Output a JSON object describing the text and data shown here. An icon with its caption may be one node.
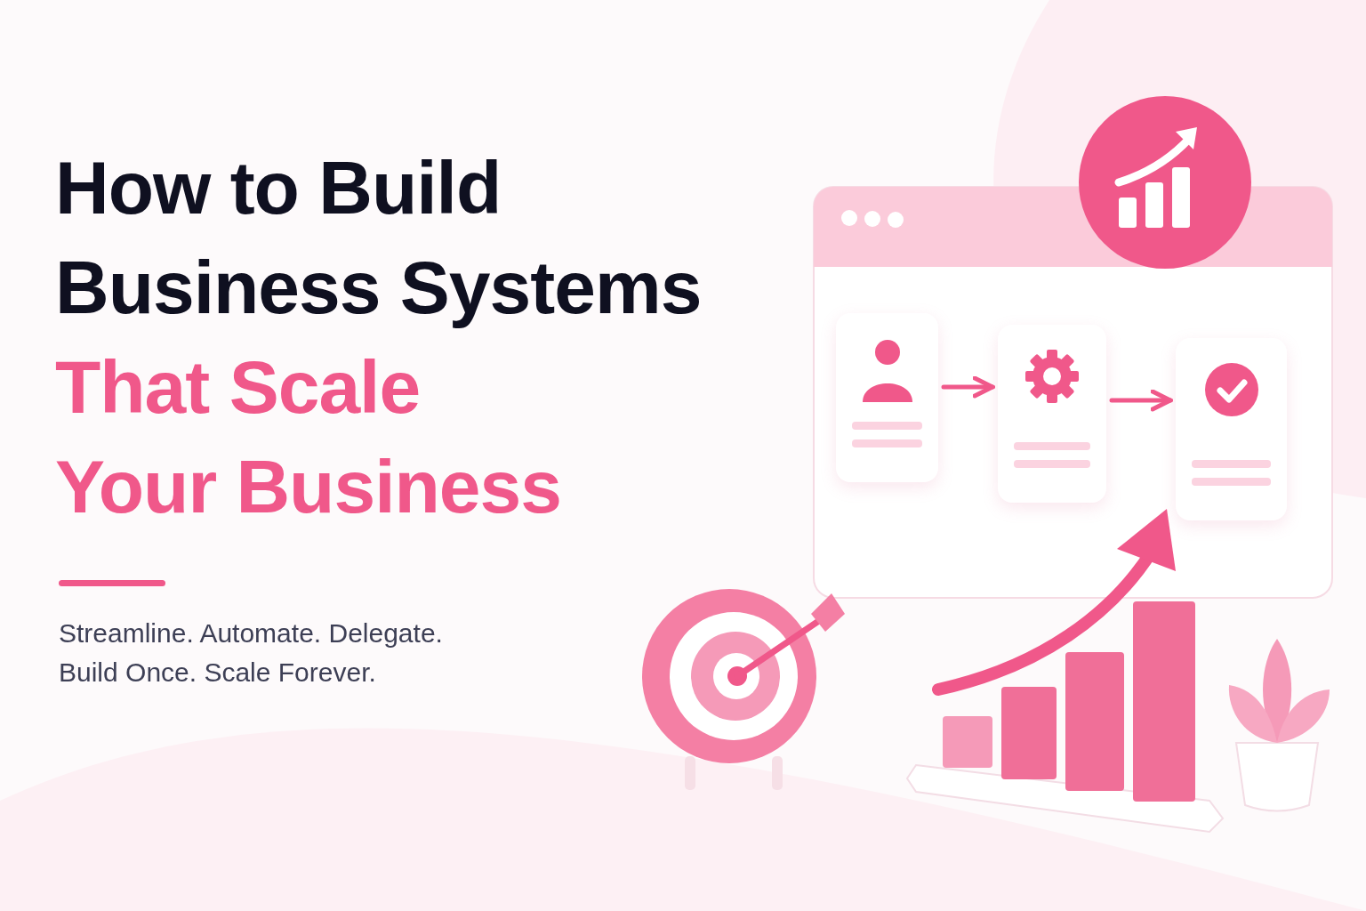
{
  "diagram": {
    "title": "How to Build Business Systems That Scale Your Business",
    "nodes": [
      {
        "text": [],
        "shape": "box"
      },
      {
        "text": [],
        "shape": "box"
      },
      {
        "text": [],
        "shape": "box"
      }
    ],
    "edges": [
      {
        "from": 0,
        "to": 1,
        "arrow": "to"
      },
      {
        "from": 1,
        "to": 2,
        "arrow": "to"
      }
    ],
    "labels": [
      "Streamline. Automate. Delegate.",
      "Build Once. Scale Forever."
    ]
  }
}
